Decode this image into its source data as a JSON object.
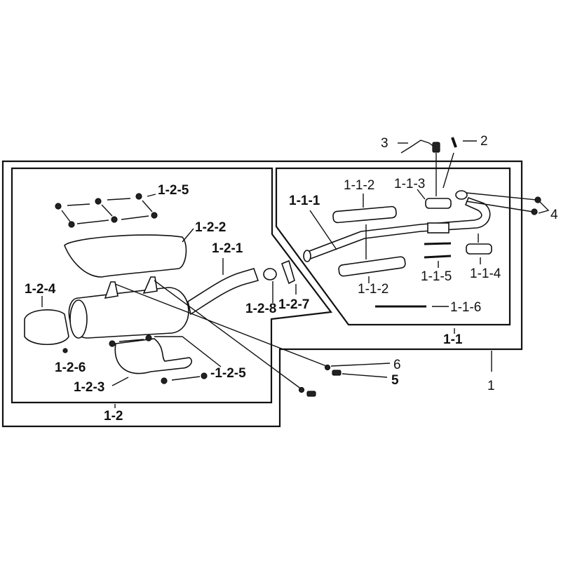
{
  "diagram": {
    "title": "Exhaust system exploded parts diagram",
    "labels": {
      "p3": "3",
      "p2": "2",
      "p4": "4",
      "p6": "6",
      "p5": "5",
      "p1": "1",
      "p1_1": "1-1",
      "p1_1_1": "1-1-1",
      "p1_1_2a": "1-1-2",
      "p1_1_2b": "1-1-2",
      "p1_1_3": "1-1-3",
      "p1_1_4": "1-1-4",
      "p1_1_5": "1-1-5",
      "p1_1_6": "1-1-6",
      "p1_2": "1-2",
      "p1_2_1": "1-2-1",
      "p1_2_2": "1-2-2",
      "p1_2_3": "1-2-3",
      "p1_2_4": "1-2-4",
      "p1_2_5a": "1-2-5",
      "p1_2_5b": "-1-2-5",
      "p1_2_6": "1-2-6",
      "p1_2_7": "1-2-7",
      "p1_2_8": "1-2-8"
    }
  }
}
